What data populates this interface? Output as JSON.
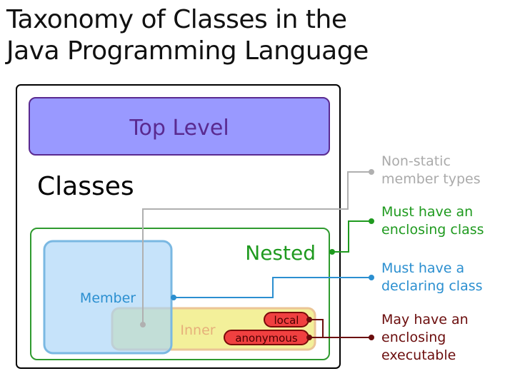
{
  "title": "Taxonomy of Classes in the\nJava Programming Language",
  "regions": {
    "classes": {
      "label": "Classes"
    },
    "top_level": {
      "label": "Top Level"
    },
    "nested": {
      "label": "Nested"
    },
    "member": {
      "label": "Member"
    },
    "inner": {
      "label": "Inner"
    },
    "local": {
      "label": "local"
    },
    "anonymous": {
      "label": "anonymous"
    }
  },
  "annotations": [
    {
      "text": "Non-static\nmember types",
      "color": "#aaaaaa"
    },
    {
      "text": "Must have an\nenclosing class",
      "color": "#1f9a1f"
    },
    {
      "text": "Must have a\ndeclaring class",
      "color": "#2b8fd0"
    },
    {
      "text": "May have an\nenclosing\nexecutable",
      "color": "#6b0d0d"
    }
  ],
  "colors": {
    "top_level_fill": "#9999ff",
    "top_level_stroke": "#5a2a90",
    "nested_stroke": "#2f9a2f",
    "member_fill": "#c6e2fb",
    "member_stroke": "#7ab8e2",
    "inner_fill": "#f3f09a",
    "inner_stroke": "#ebc596",
    "pill_fill": "#f04040",
    "pill_stroke": "#7a0a0a"
  }
}
